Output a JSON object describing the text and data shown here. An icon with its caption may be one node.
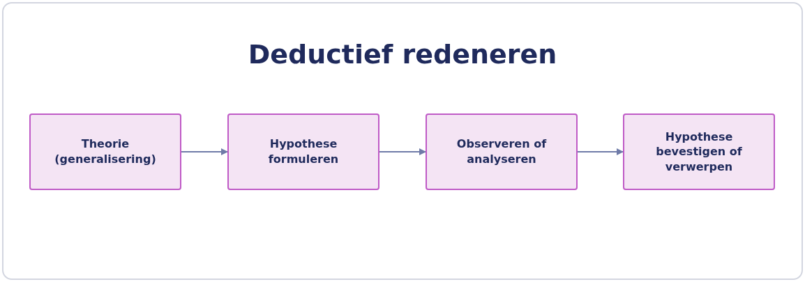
{
  "diagram": {
    "title": "Deductief redeneren",
    "nodes": [
      {
        "text": [
          "Theorie (generalisering)"
        ]
      },
      {
        "text": [
          "Hypothese formuleren"
        ]
      },
      {
        "text": [
          "Observeren of analyseren"
        ]
      },
      {
        "text": [
          "Hypothese bevestigen of verwerpen"
        ]
      }
    ],
    "edges": [
      {
        "from": 0,
        "to": 1,
        "arrow": "to"
      },
      {
        "from": 1,
        "to": 2,
        "arrow": "to"
      },
      {
        "from": 2,
        "to": 3,
        "arrow": "to"
      }
    ]
  }
}
